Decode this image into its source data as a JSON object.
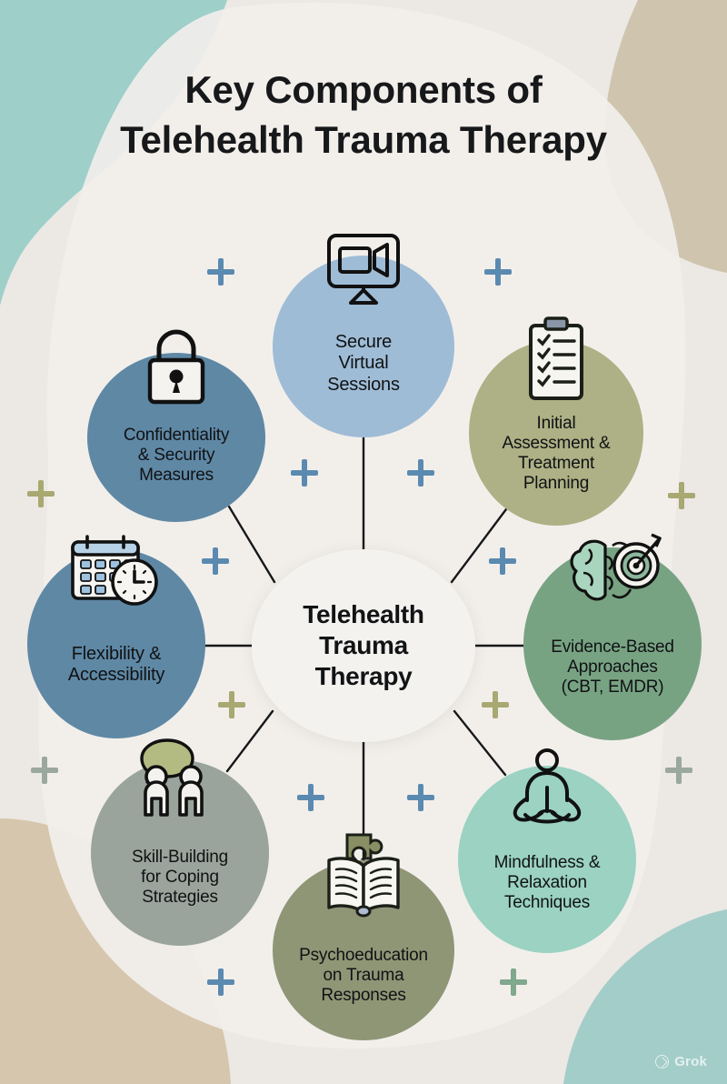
{
  "title": {
    "line1": "Key Components of",
    "line2": "Telehealth Trauma Therapy"
  },
  "hub": {
    "name": "Telehealth Trauma Therapy",
    "line1": "Telehealth",
    "line2": "Trauma",
    "line3": "Therapy",
    "color": "#f4f2ef"
  },
  "nodes": [
    {
      "id": "secure-virtual-sessions",
      "label": "Secure Virtual Sessions",
      "line1": "Secure",
      "line2": "Virtual",
      "line3": "Sessions",
      "icon": "video-monitor-icon",
      "color": "#9fbcd6"
    },
    {
      "id": "initial-assessment-treatment-planning",
      "label": "Initial Assessment & Treatment Planning",
      "line1": "Initial",
      "line2": "Assessment &",
      "line3": "Treatment",
      "line4": "Planning",
      "icon": "clipboard-checklist-icon",
      "color": "#adb185"
    },
    {
      "id": "evidence-based-approaches",
      "label": "Evidence-Based Approaches (CBT, EMDR)",
      "line1": "Evidence-Based",
      "line2": "Approaches",
      "line3": "(CBT, EMDR)",
      "icon": "brain-target-icon",
      "color": "#78a383"
    },
    {
      "id": "mindfulness-relaxation-techniques",
      "label": "Mindfulness & Relaxation Techniques",
      "line1": "Mindfulness &",
      "line2": "Relaxation",
      "line3": "Techniques",
      "icon": "meditation-person-icon",
      "color": "#9bd2c2"
    },
    {
      "id": "psychoeducation-on-trauma-responses",
      "label": "Psychoeducation on Trauma Responses",
      "line1": "Psychoeducation",
      "line2": "on Trauma",
      "line3": "Responses",
      "icon": "open-book-puzzle-icon",
      "color": "#8f9676"
    },
    {
      "id": "skill-building-for-coping-strategies",
      "label": "Skill-Building for Coping Strategies",
      "line1": "Skill-Building",
      "line2": "for Coping",
      "line3": "Strategies",
      "icon": "two-people-speech-icon",
      "color": "#9aa49c"
    },
    {
      "id": "flexibility-accessibility",
      "label": "Flexibility & Accessibility",
      "line1": "Flexibility &",
      "line2": "Accessibility",
      "icon": "calendar-clock-icon",
      "color": "#5f88a5"
    },
    {
      "id": "confidentiality-security-measures",
      "label": "Confidentiality & Security Measures",
      "line1": "Confidentiality",
      "line2": "& Security",
      "line3": "Measures",
      "icon": "padlock-icon",
      "color": "#5f88a5"
    }
  ],
  "decorations": {
    "plus_colors": [
      "#5b8ab0",
      "#a8a871",
      "#7fa88c",
      "#9aa89e"
    ],
    "background_blobs": [
      {
        "name": "top-left-teal-blob",
        "color": "#9ecfc9"
      },
      {
        "name": "top-right-tan-blob",
        "color": "#cfc5ae"
      },
      {
        "name": "bottom-left-tan-blob",
        "color": "#d6c6ad"
      },
      {
        "name": "bottom-right-teal-blob",
        "color": "#a3cdc8"
      },
      {
        "name": "canvas",
        "color": "#ece8e4"
      }
    ]
  },
  "watermark": {
    "label": "Grok",
    "icon": "grok-logo-icon"
  }
}
